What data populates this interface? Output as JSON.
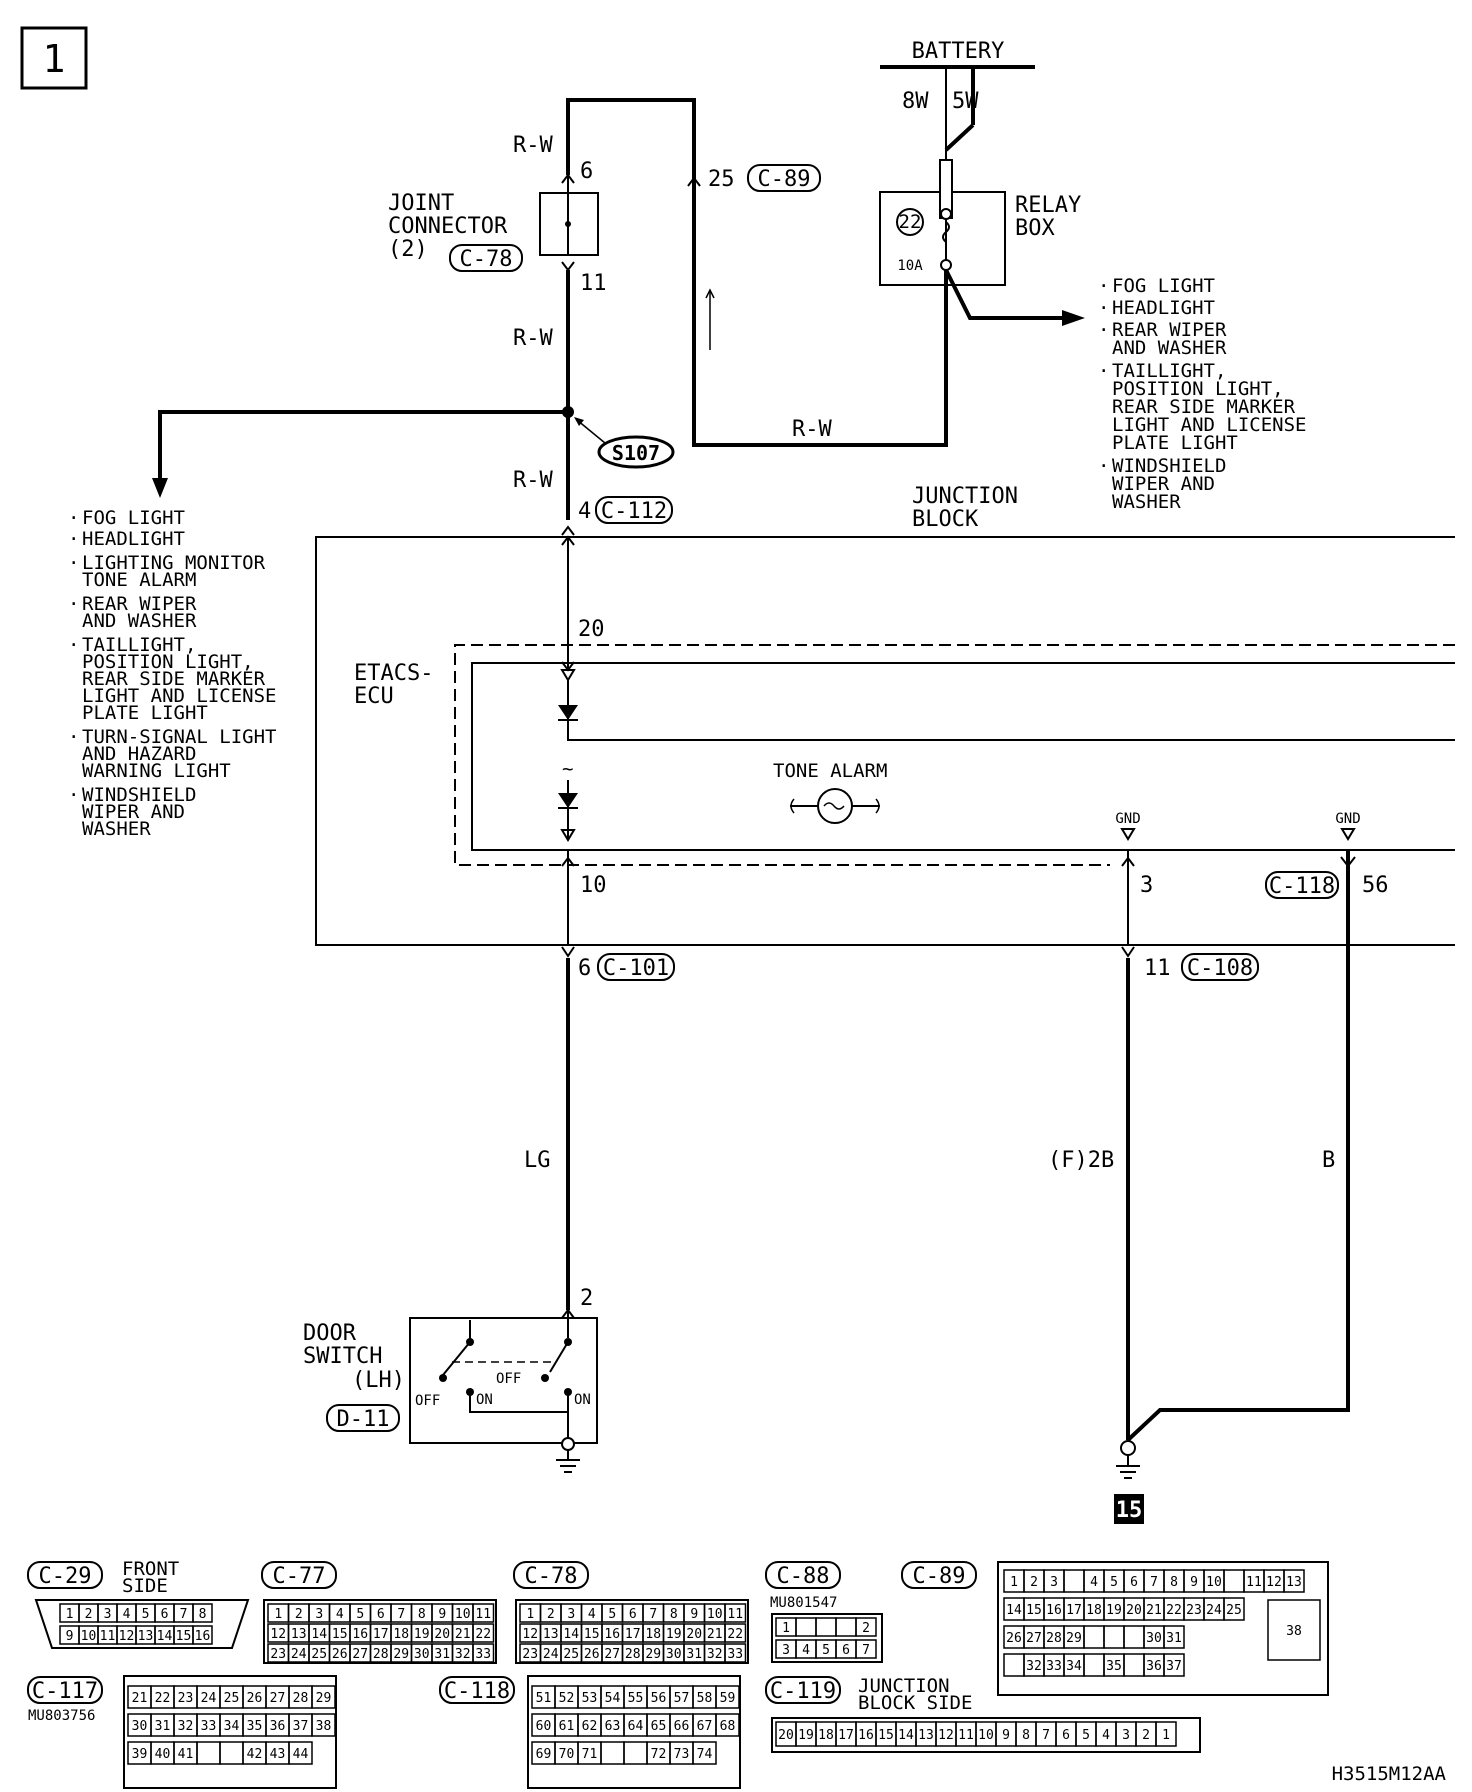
{
  "page_number": "1",
  "battery": {
    "title": "BATTERY",
    "wire_a": "8W",
    "wire_b": "5W"
  },
  "relay_box": {
    "name_line1": "RELAY",
    "name_line2": "BOX",
    "fuse_no": "22",
    "fuse_rating": "10A"
  },
  "relay_outputs": [
    "FOG LIGHT",
    "HEADLIGHT",
    "REAR WIPER",
    "AND WASHER",
    "TAILLIGHT,",
    "POSITION LIGHT,",
    "REAR SIDE MARKER",
    "LIGHT AND LICENSE",
    "PLATE LIGHT",
    "WINDSHIELD",
    "WIPER AND",
    "WASHER"
  ],
  "joint_connector": {
    "line1": "JOINT",
    "line2": "CONNECTOR",
    "line3": "(2)",
    "connector": "C-78",
    "pin_top": "6",
    "pin_bottom": "11"
  },
  "wires": {
    "rw": "R-W",
    "lg": "LG",
    "f2b": "(F)2B",
    "b": "B"
  },
  "c89_pin": "25",
  "c89_label": "C-89",
  "splice": "S107",
  "left_outputs": [
    "FOG LIGHT",
    "HEADLIGHT",
    "LIGHTING MONITOR",
    "TONE ALARM",
    "REAR WIPER",
    "AND WASHER",
    "TAILLIGHT,",
    "POSITION LIGHT,",
    "REAR SIDE MARKER",
    "LIGHT AND LICENSE",
    "PLATE LIGHT",
    "TURN-SIGNAL LIGHT",
    "AND HAZARD",
    "WARNING LIGHT",
    "WINDSHIELD",
    "WIPER AND",
    "WASHER"
  ],
  "c112": {
    "pin": "4",
    "label": "C-112"
  },
  "junction_block": {
    "line1": "JUNCTION",
    "line2": "BLOCK"
  },
  "etacs": {
    "line1": "ETACS-",
    "line2": "ECU",
    "pin_in": "20",
    "pin_out": "10",
    "tone_alarm": "TONE ALARM",
    "gnd1": "GND",
    "gnd2": "GND",
    "pin_gnd1": "3",
    "pin_gnd2": "56",
    "c118": "C-118"
  },
  "c101": {
    "pin": "6",
    "label": "C-101"
  },
  "c108": {
    "pin": "11",
    "label": "C-108"
  },
  "door_switch": {
    "line1": "DOOR",
    "line2": "SWITCH",
    "line3": "(LH)",
    "connector": "D-11",
    "pin": "2",
    "off": "OFF",
    "on": "ON"
  },
  "ground_point": "15",
  "connectors": {
    "c29": "C-29",
    "c29_note1": "FRONT",
    "c29_note2": "SIDE",
    "c77": "C-77",
    "c78": "C-78",
    "c88": "C-88",
    "c88_part": "MU801547",
    "c89": "C-89",
    "c117": "C-117",
    "c117_part": "MU803756",
    "c118": "C-118",
    "c119": "C-119",
    "c119_note1": "JUNCTION",
    "c119_note2": "BLOCK SIDE"
  },
  "doc_code": "H3515M12AA"
}
